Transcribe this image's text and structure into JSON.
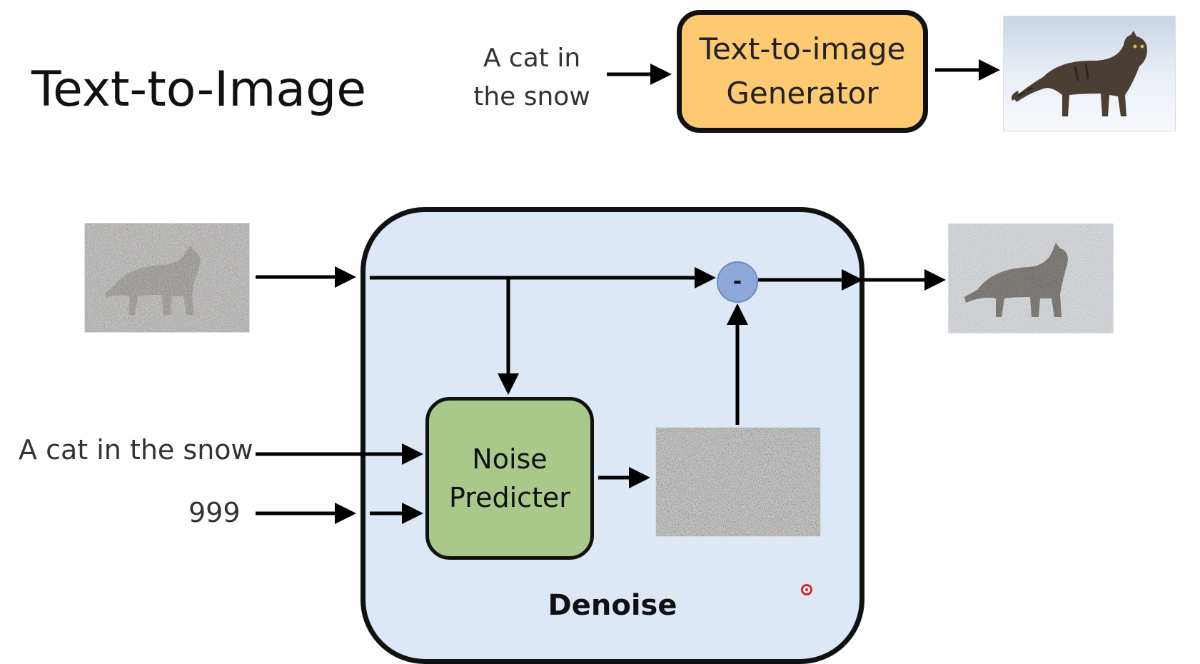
{
  "title": "Text-to-Image",
  "top_prompt": {
    "line1": "A cat in",
    "line2": "the snow"
  },
  "generator": {
    "line1": "Text-to-image",
    "line2": "Generator"
  },
  "denoise": {
    "label": "Denoise",
    "noise_predicter": {
      "line1": "Noise",
      "line2": "Predicter"
    },
    "subtract_symbol": "-"
  },
  "inputs": {
    "text_prompt": "A cat in the snow",
    "step": "999"
  },
  "colors": {
    "generator_fill": "#fdca72",
    "denoise_fill": "#dce8f5",
    "predicter_fill": "#a8c98a",
    "subtract_fill": "#8fa8dc",
    "arrow": "#000000"
  },
  "icons": [
    "cat-photo",
    "noisy-cat-image",
    "noise-image",
    "denoised-cat-image",
    "subtract-circle"
  ]
}
